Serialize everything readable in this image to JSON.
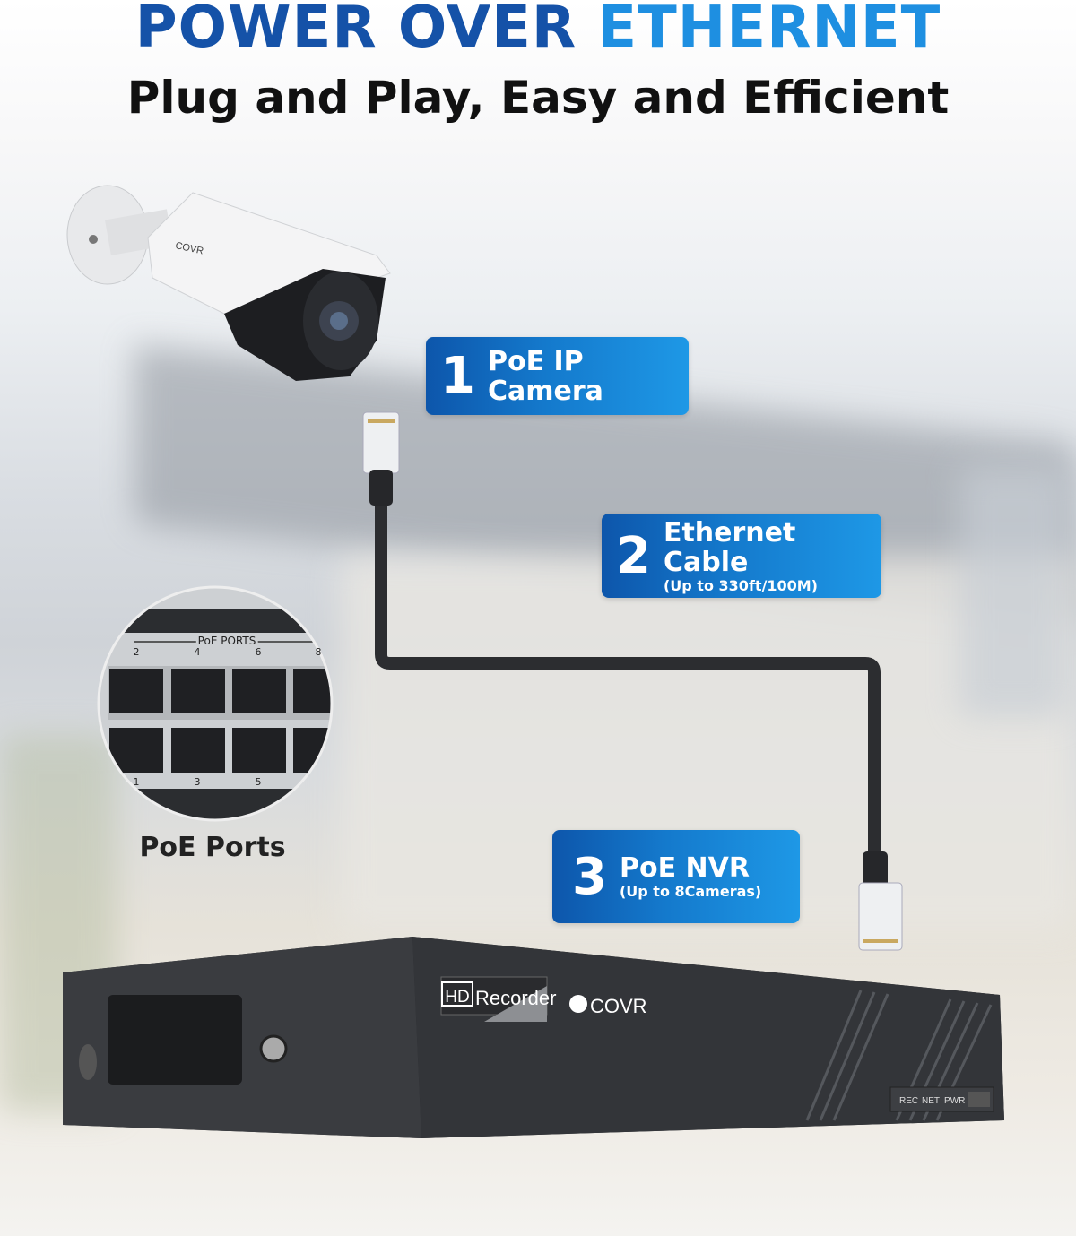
{
  "header": {
    "title_part1": "POWER OVER",
    "title_part2": "ETHERNET",
    "subtitle": "Plug and Play, Easy and Efficient"
  },
  "steps": [
    {
      "number": "1",
      "title": "PoE IP Camera",
      "note": ""
    },
    {
      "number": "2",
      "title": "Ethernet Cable",
      "note": "(Up to 330ft/100M)"
    },
    {
      "number": "3",
      "title": "PoE NVR",
      "note": "(Up to 8Cameras)"
    }
  ],
  "ports_inset": {
    "caption": "PoE Ports",
    "header": "PoE PORTS",
    "top_numbers": [
      "2",
      "4",
      "6",
      "8"
    ],
    "bottom_numbers": [
      "1",
      "3",
      "5"
    ]
  },
  "camera": {
    "brand": "COVR"
  },
  "nvr": {
    "badge_hd": "HD",
    "badge_text": "Recorder",
    "brand": "COVR",
    "indicators": [
      "REC",
      "NET",
      "PWR"
    ]
  },
  "colors": {
    "primary_blue": "#1552a8",
    "accent_blue": "#1e8fe1",
    "label_gradient_start": "#0d56ab",
    "label_gradient_end": "#1e98e6"
  }
}
